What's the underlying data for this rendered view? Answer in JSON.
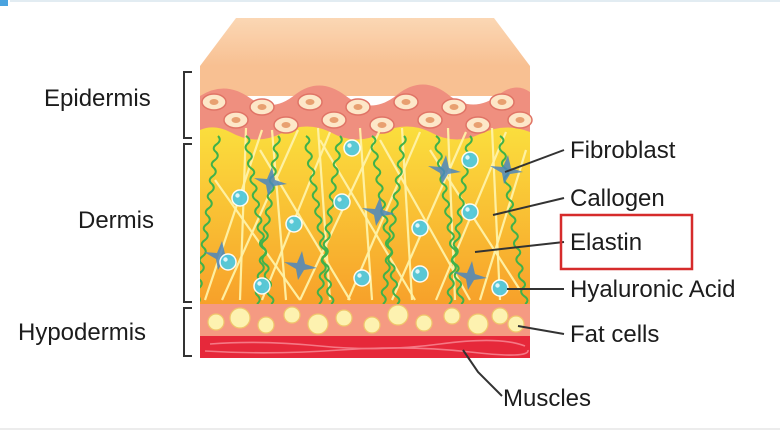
{
  "diagram": {
    "layer_labels": {
      "epidermis": "Epidermis",
      "dermis": "Dermis",
      "hypodermis": "Hypodermis"
    },
    "component_labels": {
      "fibroblast": "Fibroblast",
      "collagen": "Callogen",
      "elastin": "Elastin",
      "hyaluronic_acid": "Hyaluronic Acid",
      "fat_cells": "Fat cells",
      "muscles": "Muscles"
    },
    "highlighted_label": "Elastin",
    "colors": {
      "surface": "#f9c9a1",
      "epidermis": "#ef8f7f",
      "dermis_top": "#fbe43f",
      "dermis_bottom": "#f7a02a",
      "hypodermis": "#f59a82",
      "fat_cell": "#fdf2b0",
      "muscle": "#e6283a",
      "fibroblast": "#4a86c0",
      "elastin_fiber": "#3fb24a",
      "collagen_fiber": "#fff3a8",
      "hyaluronic_acid": "#52c9dd",
      "highlight_box": "#d62b2b"
    }
  }
}
